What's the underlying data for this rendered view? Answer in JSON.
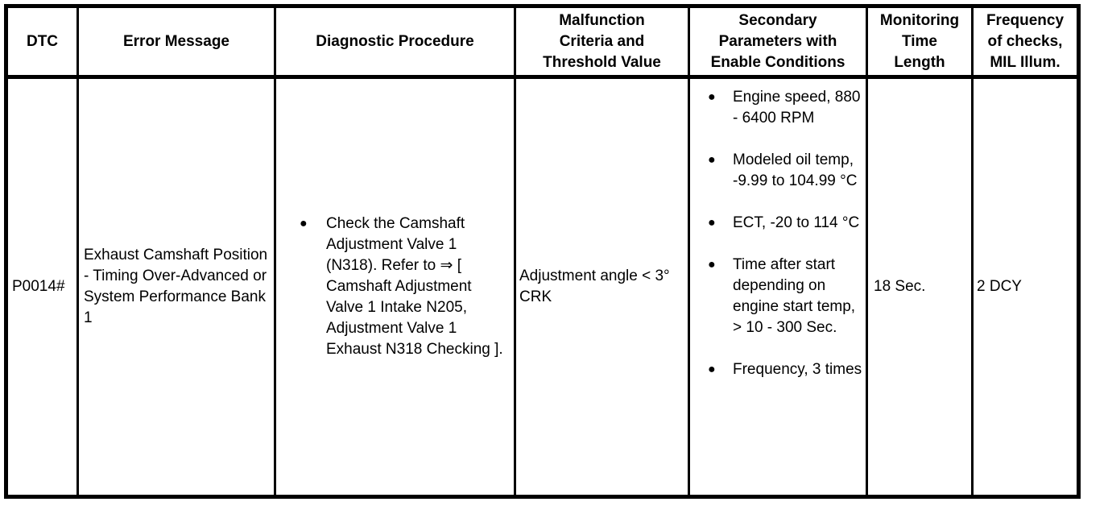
{
  "document": {
    "type": "diagnostic-trouble-code-table",
    "colors": {
      "background": "#ffffff",
      "text": "#000000",
      "border": "#000000"
    }
  },
  "table": {
    "headers": [
      {
        "id": "dtc",
        "lines": [
          "DTC"
        ]
      },
      {
        "id": "error-message",
        "lines": [
          "Error Message"
        ]
      },
      {
        "id": "diagnostic-procedure",
        "lines": [
          "Diagnostic Procedure"
        ]
      },
      {
        "id": "malfunction-criteria",
        "lines": [
          "Malfunction",
          "Criteria and",
          "Threshold Value"
        ]
      },
      {
        "id": "secondary-parameters",
        "lines": [
          "Secondary",
          "Parameters with",
          "Enable Conditions"
        ]
      },
      {
        "id": "monitoring-time",
        "lines": [
          "Monitoring",
          "Time",
          "Length"
        ]
      },
      {
        "id": "frequency-of-checks",
        "lines": [
          "Frequency",
          "of checks,",
          "MIL Illum."
        ]
      }
    ],
    "row": {
      "dtc": "P0014#",
      "error_message": "Exhaust Camshaft Position - Timing Over-Advanced or System Performance Bank 1",
      "diagnostic_procedure": [
        "Check the Camshaft Adjustment Valve 1 (N318). Refer to ⇒ [ Camshaft Adjustment Valve 1 Intake N205, Adjustment Valve 1 Exhaust N318 Checking ]."
      ],
      "malfunction_criteria": "Adjustment angle < 3° CRK",
      "secondary_parameters": [
        "Engine speed, 880 - 6400 RPM",
        "Modeled oil temp, -9.99 to 104.99 °C",
        "ECT, -20 to 114 °C",
        "Time after start depending on engine start temp, > 10 - 300 Sec.",
        "Frequency, 3 times"
      ],
      "monitoring_time": "18 Sec.",
      "frequency": "2 DCY"
    }
  }
}
